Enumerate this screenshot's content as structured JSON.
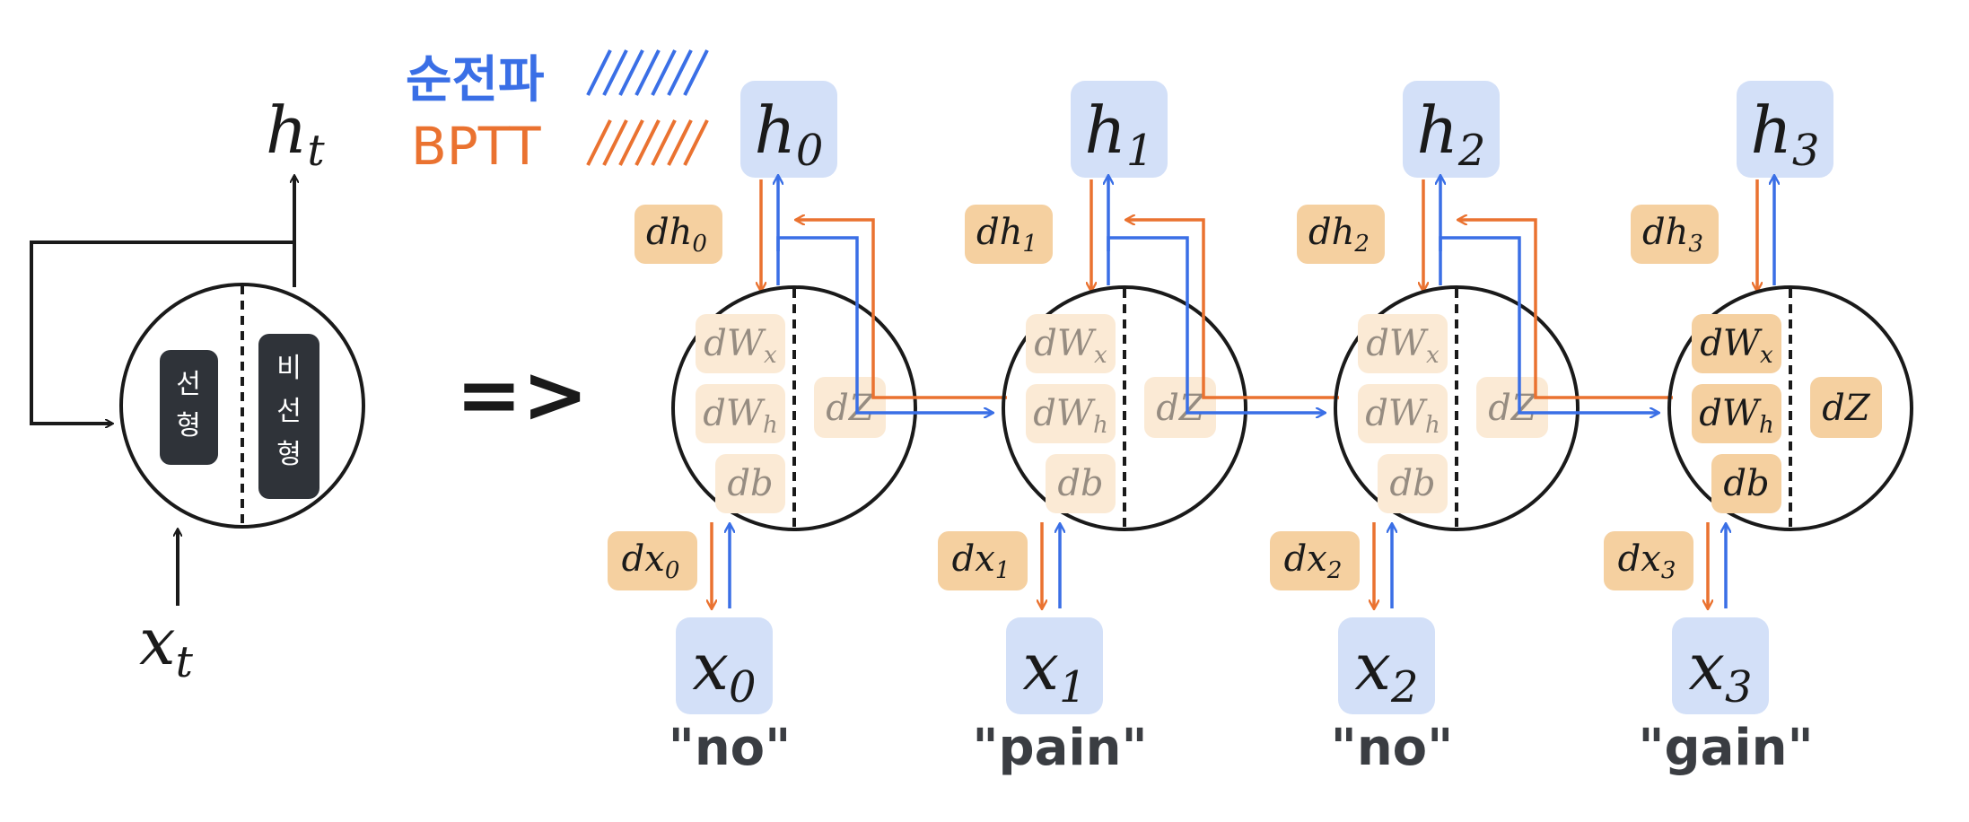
{
  "legend": {
    "forward": {
      "label": "순전파",
      "color": "#3a6fe6"
    },
    "backward": {
      "label": "BPTT",
      "color": "#ea7230"
    }
  },
  "folded": {
    "output_base": "h",
    "output_sub": "t",
    "input_base": "x",
    "input_sub": "t",
    "linear_part": [
      "선",
      "형"
    ],
    "nonlinear_part": [
      "비",
      "선",
      "형"
    ]
  },
  "arrow_text": "=>",
  "params": {
    "wx_base": "dW",
    "wx_sub": "x",
    "wh_base": "dW",
    "wh_sub": "h",
    "b": "db",
    "z": "dZ"
  },
  "steps": [
    {
      "h_base": "h",
      "h_sub": "0",
      "dh_base": "dh",
      "dh_sub": "0",
      "x_base": "x",
      "x_sub": "0",
      "dx_base": "dx",
      "dx_sub": "0",
      "word": "\"no\""
    },
    {
      "h_base": "h",
      "h_sub": "1",
      "dh_base": "dh",
      "dh_sub": "1",
      "x_base": "x",
      "x_sub": "1",
      "dx_base": "dx",
      "dx_sub": "1",
      "word": "\"pain\""
    },
    {
      "h_base": "h",
      "h_sub": "2",
      "dh_base": "dh",
      "dh_sub": "2",
      "x_base": "x",
      "x_sub": "2",
      "dx_base": "dx",
      "dx_sub": "2",
      "word": "\"no\""
    },
    {
      "h_base": "h",
      "h_sub": "3",
      "dh_base": "dh",
      "dh_sub": "3",
      "x_base": "x",
      "x_sub": "3",
      "dx_base": "dx",
      "dx_sub": "3",
      "word": "\"gain\""
    }
  ],
  "colors": {
    "state_box": "#d3e0f8",
    "grad_box": "#f5d0a0",
    "grad_box_faded": "#fbead5",
    "dark": "#1a1a1a",
    "dark_box": "#2f3339"
  }
}
